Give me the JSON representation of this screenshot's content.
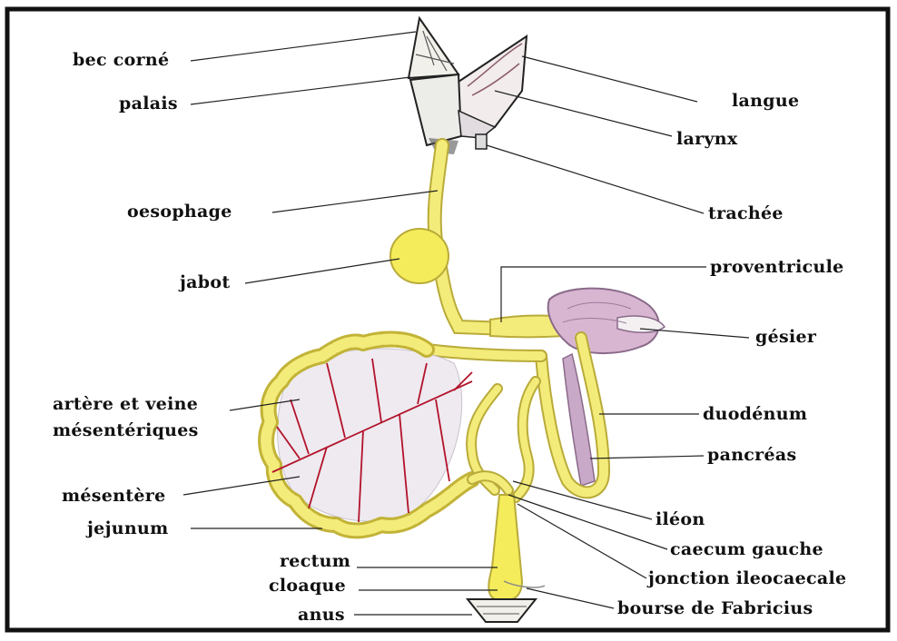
{
  "colors": {
    "border": "#111111",
    "gut_fill": "#f4ec7a",
    "gut_stroke": "#b9ab3a",
    "vessel": "#b3122a",
    "gizzard": "#d8b6d2",
    "pancreas": "#c8a9c8",
    "leader": "#222222"
  },
  "labels": {
    "bec_corne": "bec corné",
    "palais": "palais",
    "langue": "langue",
    "larynx": "larynx",
    "oesophage": "oesophage",
    "trachee": "trachée",
    "jabot": "jabot",
    "proventricule": "proventricule",
    "gesier": "gésier",
    "artere_1": "artère et veine",
    "artere_2": "mésentériques",
    "duodenum": "duodénum",
    "pancreas": "pancréas",
    "mesentere": "mésentère",
    "jejunum": "jejunum",
    "ileon": "iléon",
    "caecum": "caecum gauche",
    "rectum": "rectum",
    "jonction": "jonction ileocaecale",
    "cloaque": "cloaque",
    "anus": "anus",
    "bourse": "bourse de Fabricius"
  }
}
